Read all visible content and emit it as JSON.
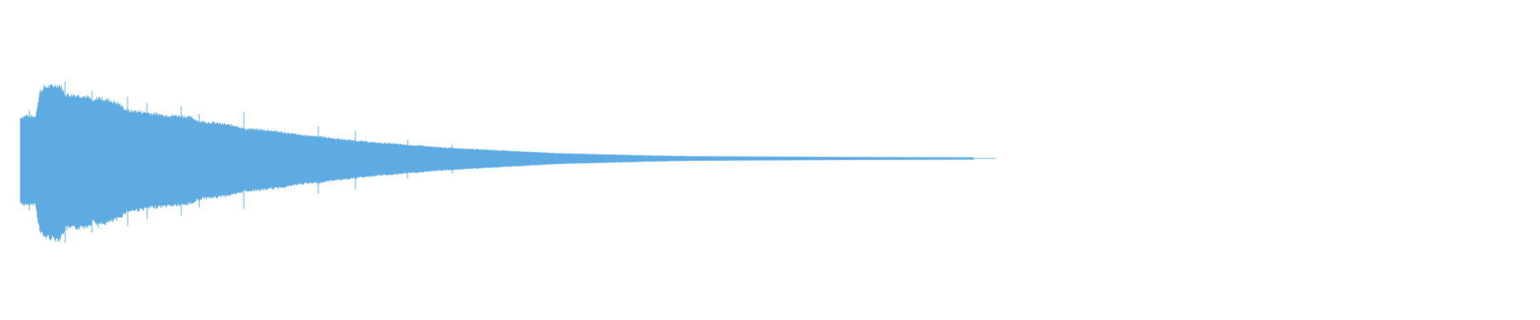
{
  "waveform": {
    "color": "#5dabe2",
    "background": "#ffffff",
    "duration_fraction": 0.64,
    "envelope": [
      [
        0.0,
        0.55
      ],
      [
        0.004,
        0.58
      ],
      [
        0.01,
        0.56
      ],
      [
        0.013,
        0.9
      ],
      [
        0.016,
        0.96
      ],
      [
        0.02,
        0.97
      ],
      [
        0.024,
        0.99
      ],
      [
        0.027,
        0.98
      ],
      [
        0.03,
        0.86
      ],
      [
        0.04,
        0.85
      ],
      [
        0.046,
        0.82
      ],
      [
        0.049,
        0.76
      ],
      [
        0.052,
        0.82
      ],
      [
        0.06,
        0.78
      ],
      [
        0.066,
        0.74
      ],
      [
        0.07,
        0.67
      ],
      [
        0.073,
        0.64
      ],
      [
        0.075,
        0.64
      ],
      [
        0.08,
        0.63
      ],
      [
        0.09,
        0.6
      ],
      [
        0.1,
        0.58
      ],
      [
        0.11,
        0.57
      ],
      [
        0.115,
        0.55
      ],
      [
        0.12,
        0.5
      ],
      [
        0.13,
        0.48
      ],
      [
        0.14,
        0.45
      ],
      [
        0.145,
        0.44
      ],
      [
        0.15,
        0.4
      ],
      [
        0.16,
        0.39
      ],
      [
        0.17,
        0.37
      ],
      [
        0.18,
        0.34
      ],
      [
        0.19,
        0.31
      ],
      [
        0.2,
        0.3
      ],
      [
        0.21,
        0.27
      ],
      [
        0.22,
        0.25
      ],
      [
        0.23,
        0.23
      ],
      [
        0.24,
        0.21
      ],
      [
        0.25,
        0.2
      ],
      [
        0.26,
        0.18
      ],
      [
        0.27,
        0.17
      ],
      [
        0.28,
        0.15
      ],
      [
        0.29,
        0.14
      ],
      [
        0.3,
        0.13
      ],
      [
        0.31,
        0.12
      ],
      [
        0.32,
        0.11
      ],
      [
        0.33,
        0.1
      ],
      [
        0.34,
        0.09
      ],
      [
        0.35,
        0.08
      ],
      [
        0.36,
        0.07
      ],
      [
        0.38,
        0.06
      ],
      [
        0.4,
        0.05
      ],
      [
        0.42,
        0.04
      ],
      [
        0.45,
        0.03
      ],
      [
        0.5,
        0.025
      ],
      [
        0.55,
        0.02
      ],
      [
        0.6,
        0.017
      ],
      [
        0.64,
        0.015
      ]
    ],
    "spikes": [
      {
        "position": 0.006,
        "amplitude": 0.62
      },
      {
        "position": 0.03,
        "amplitude": 1.0
      },
      {
        "position": 0.048,
        "amplitude": 0.88
      },
      {
        "position": 0.072,
        "amplitude": 0.8
      },
      {
        "position": 0.085,
        "amplitude": 0.72
      },
      {
        "position": 0.108,
        "amplitude": 0.68
      },
      {
        "position": 0.12,
        "amplitude": 0.58
      },
      {
        "position": 0.15,
        "amplitude": 0.6
      },
      {
        "position": 0.2,
        "amplitude": 0.42
      },
      {
        "position": 0.225,
        "amplitude": 0.36
      },
      {
        "position": 0.26,
        "amplitude": 0.24
      },
      {
        "position": 0.29,
        "amplitude": 0.18
      }
    ]
  }
}
